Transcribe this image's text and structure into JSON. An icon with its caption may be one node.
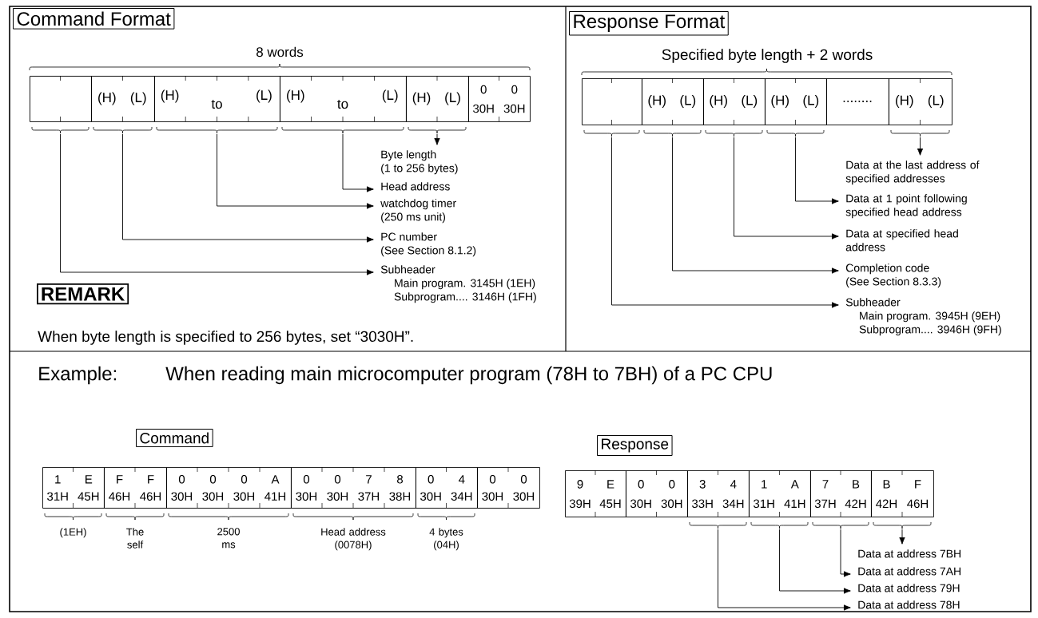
{
  "diagram": {
    "nodes": [
      {
        "text": [
          "Command Format"
        ]
      },
      {
        "text": [],
        "shape": "box"
      },
      {
        "text": [
          "(H)",
          "(L)"
        ]
      },
      {
        "text": [
          "(H)",
          "to",
          "(L)"
        ]
      },
      {
        "text": [
          "(H)",
          "to",
          "(L)"
        ]
      },
      {
        "text": [
          "(H)",
          "(L)"
        ]
      },
      {
        "text": [
          "0",
          "0",
          "30H",
          "30H"
        ]
      },
      {
        "text": [
          "Byte length",
          "(1 to 256 bytes)"
        ]
      },
      {
        "text": [
          "Head address"
        ]
      },
      {
        "text": [
          "watchdog timer",
          "(250 ms unit)"
        ]
      },
      {
        "text": [
          "PC number",
          "(See Section 8.1.2)"
        ]
      },
      {
        "text": [
          "Subheader",
          "Main program. 3145H (1EH)",
          "Subprogram.... 3146H (1FH)"
        ]
      },
      {
        "text": [
          "REMARK"
        ]
      },
      {
        "text": [
          "Response Format"
        ]
      },
      {
        "text": [],
        "shape": "box"
      },
      {
        "text": [
          "(H)",
          "(L)"
        ]
      },
      {
        "text": [
          "(H)",
          "(L)"
        ]
      },
      {
        "text": [
          "(H)",
          "(L)"
        ]
      },
      {
        "text": [
          "........"
        ]
      },
      {
        "text": [
          "(H)",
          "(L)"
        ]
      },
      {
        "text": [
          "Data at the last address of specified addresses"
        ]
      },
      {
        "text": [
          "Data at 1 point following specified head address"
        ]
      },
      {
        "text": [
          "Data at specified head address"
        ]
      },
      {
        "text": [
          "Completion code",
          "(See Section 8.3.3)"
        ]
      },
      {
        "text": [
          "Subheader",
          "Main program. 3945H (9EH)",
          "Subprogram.... 3946H (9FH)"
        ]
      },
      {
        "text": [
          "Command"
        ]
      },
      {
        "text": [
          "1",
          "E",
          "31H",
          "45H"
        ],
        "beside": [
          "(1EH)"
        ]
      },
      {
        "text": [
          "F",
          "F",
          "46H",
          "46H"
        ],
        "beside": [
          "The self"
        ]
      },
      {
        "text": [
          "0",
          "0",
          "0",
          "A",
          "30H",
          "30H",
          "30H",
          "41H"
        ],
        "beside": [
          "2500 ms"
        ]
      },
      {
        "text": [
          "0",
          "0",
          "7",
          "8",
          "30H",
          "30H",
          "37H",
          "38H"
        ],
        "beside": [
          "Head address (0078H)"
        ]
      },
      {
        "text": [
          "0",
          "4",
          "30H",
          "34H"
        ],
        "beside": [
          "4 bytes (04H)"
        ]
      },
      {
        "text": [
          "0",
          "0",
          "30H",
          "30H"
        ]
      },
      {
        "text": [
          "Response"
        ]
      },
      {
        "text": [
          "9",
          "E",
          "39H",
          "45H"
        ]
      },
      {
        "text": [
          "0",
          "0",
          "30H",
          "30H"
        ]
      },
      {
        "text": [
          "3",
          "4",
          "33H",
          "34H"
        ]
      },
      {
        "text": [
          "1",
          "A",
          "31H",
          "41H"
        ]
      },
      {
        "text": [
          "7",
          "B",
          "37H",
          "42H"
        ]
      },
      {
        "text": [
          "B",
          "F",
          "42H",
          "46H"
        ]
      },
      {
        "text": [
          "Data at address 7BH"
        ]
      },
      {
        "text": [
          "Data at address 7AH"
        ]
      },
      {
        "text": [
          "Data at address 79H"
        ]
      },
      {
        "text": [
          "Data at address 78H"
        ]
      }
    ],
    "edges": [
      {
        "from": 5,
        "to": 7,
        "arrow": "to"
      },
      {
        "from": 4,
        "to": 8,
        "arrow": "to"
      },
      {
        "from": 3,
        "to": 9,
        "arrow": "to"
      },
      {
        "from": 2,
        "to": 10,
        "arrow": "to"
      },
      {
        "from": 1,
        "to": 11,
        "arrow": "to"
      },
      {
        "from": 19,
        "to": 20,
        "arrow": "to"
      },
      {
        "from": 17,
        "to": 21,
        "arrow": "to"
      },
      {
        "from": 16,
        "to": 22,
        "arrow": "to"
      },
      {
        "from": 15,
        "to": 23,
        "arrow": "to"
      },
      {
        "from": 14,
        "to": 24,
        "arrow": "to"
      },
      {
        "from": 38,
        "to": 39,
        "arrow": "to"
      },
      {
        "from": 37,
        "to": 40,
        "arrow": "to"
      },
      {
        "from": 36,
        "to": 41,
        "arrow": "to"
      },
      {
        "from": 35,
        "to": 42,
        "arrow": "to"
      }
    ],
    "labels": [
      "8 words",
      "When byte length is specified to 256 bytes, set “3030H”.",
      "Specified byte length + 2 words",
      "Example:",
      "When reading main microcomputer program (78H to 7BH) of a PC CPU"
    ]
  }
}
